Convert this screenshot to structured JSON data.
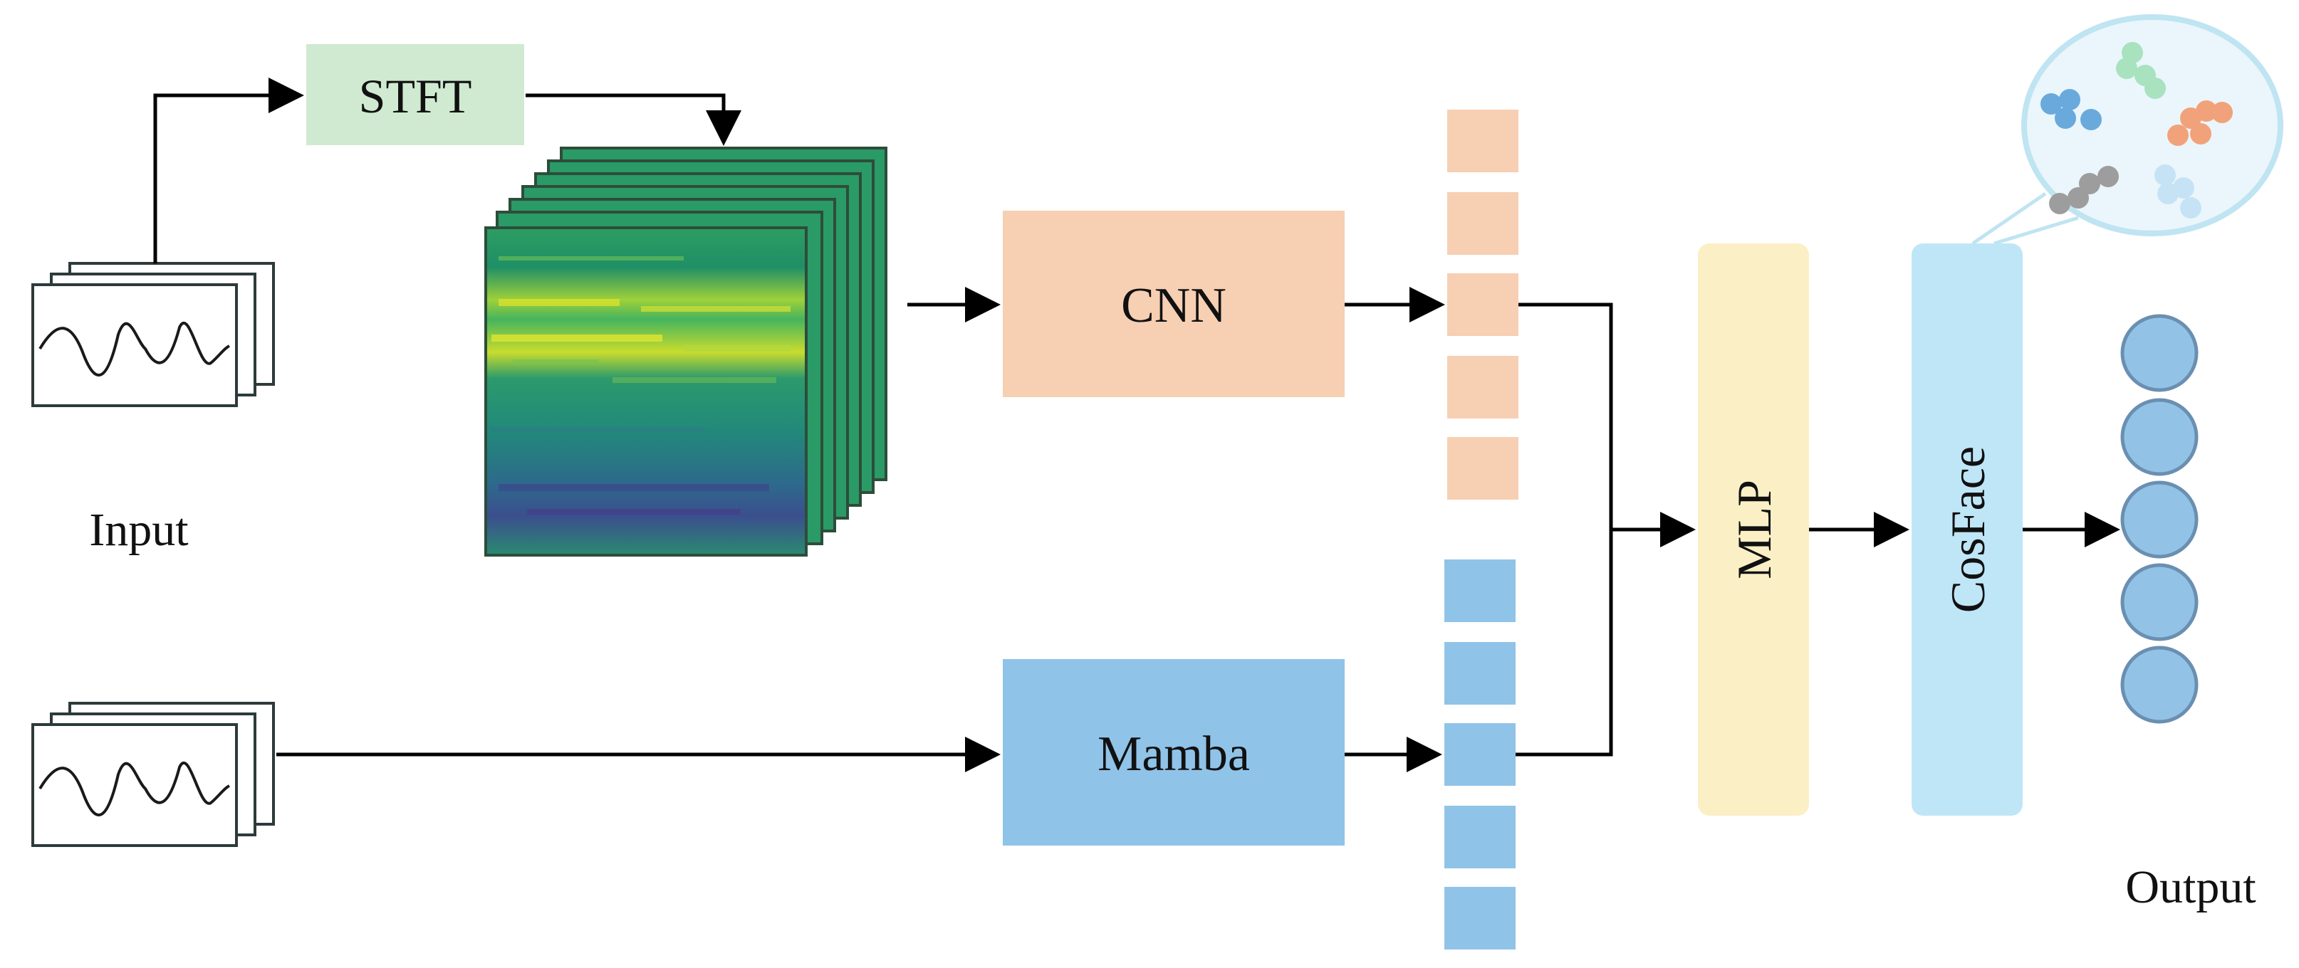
{
  "labels": {
    "stft": "STFT",
    "cnn": "CNN",
    "mamba": "Mamba",
    "mlp": "MLP",
    "cosface": "CosFace",
    "input": "Input",
    "output": "Output"
  },
  "colors": {
    "stft_fill": "#cfead0",
    "cnn_fill": "#f7cfb2",
    "mamba_fill": "#90c3e8",
    "mlp_fill": "#fbefc6",
    "cosface_fill": "#bfe6f6",
    "output_node_fill": "#92c3e6",
    "output_node_stroke": "#6a8fb0",
    "cnn_feature_fill": "#f7cfb2",
    "mamba_feature_fill": "#90c3e8",
    "arrow": "#000000",
    "cluster_bubble_fill": "#eaf6fb",
    "cluster_bubble_stroke": "#bfe4f2",
    "clusters": [
      "#6aa9dc",
      "#a8e2bf",
      "#f2a27a",
      "#9d9d9d",
      "#c6e3f5"
    ]
  },
  "icons": {
    "waveform": "waveform-stack-icon",
    "spectrogram": "spectrogram-stack-icon"
  }
}
